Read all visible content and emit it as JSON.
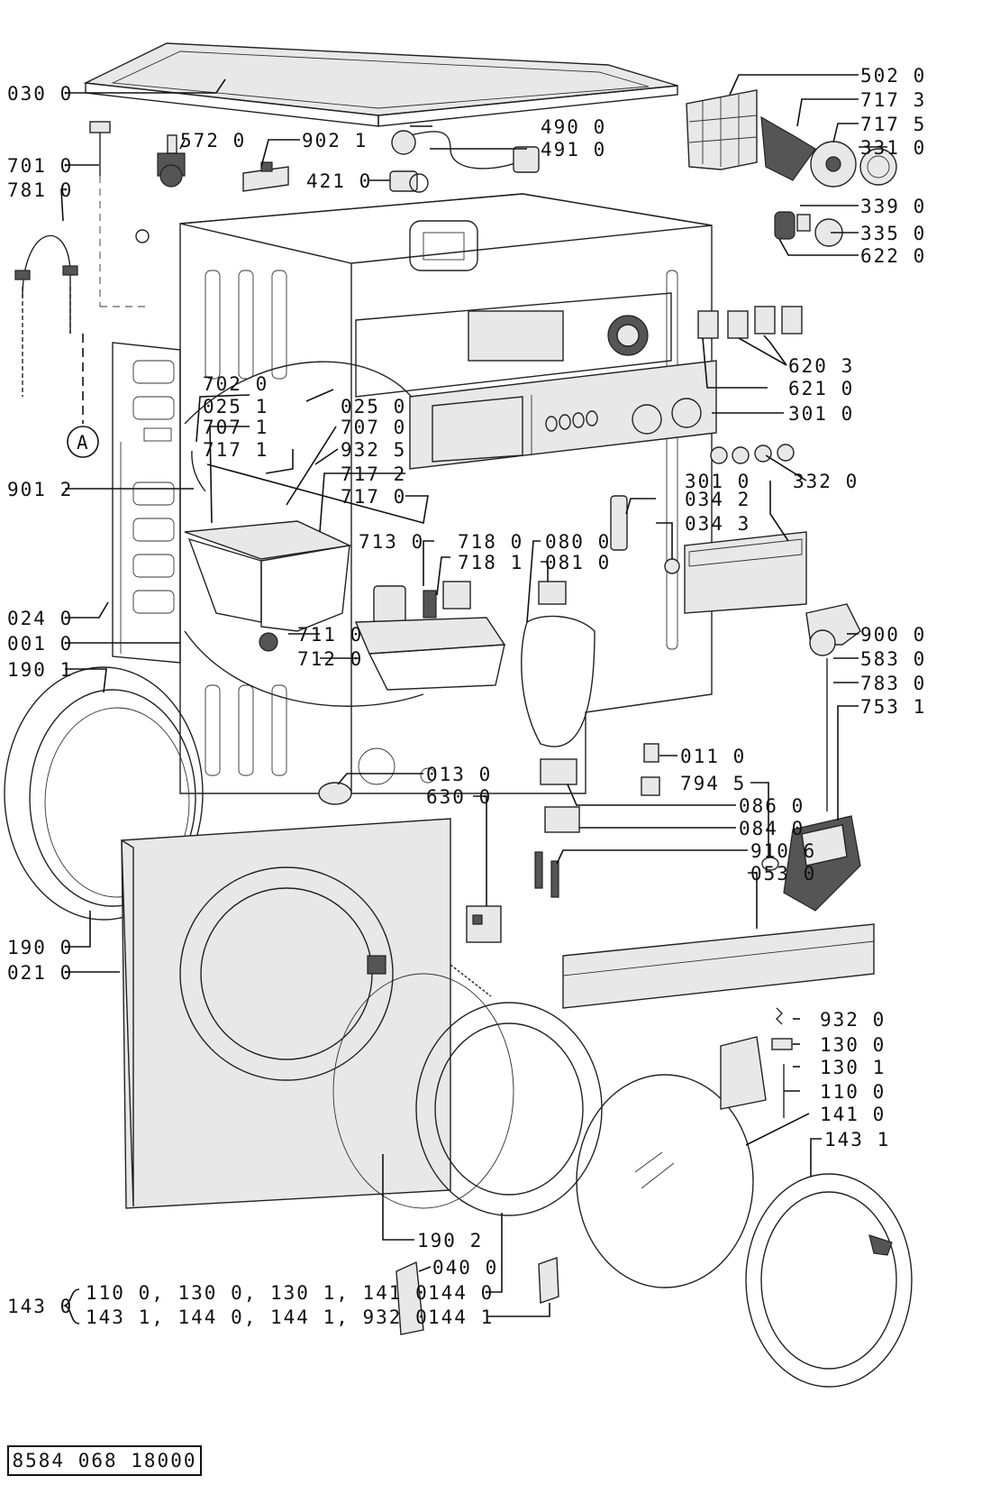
{
  "diagram": {
    "document_number": "8584 068 18000",
    "assembly_note": {
      "part": "143 0",
      "line1": "110 0, 130 0, 130 1, 141 0",
      "line2": "143 1, 144 0, 144 1, 932 0"
    },
    "callouts": [
      "030 0",
      "701 0",
      "781 0",
      "572 0",
      "902 1",
      "421 0",
      "490 0",
      "491 0",
      "502 0",
      "717 3",
      "717 5",
      "331 0",
      "339 0",
      "335 0",
      "622 0",
      "620 3",
      "621 0",
      "301 0",
      "702 0",
      "025 1",
      "025 0",
      "707 1",
      "707 0",
      "717 1",
      "932 5",
      "717 2",
      "717 0",
      "901 2",
      "301 0",
      "332 0",
      "034 2",
      "034 3",
      "713 0",
      "718 0",
      "718 1",
      "080 0",
      "081 0",
      "024 0",
      "001 0",
      "711 0",
      "712 0",
      "900 0",
      "583 0",
      "783 0",
      "753 1",
      "190 1",
      "011 0",
      "013 0",
      "794 5",
      "630 0",
      "086 0",
      "084 0",
      "910 6",
      "053 0",
      "190 0",
      "021 0",
      "932 0",
      "130 0",
      "130 1",
      "110 0",
      "141 0",
      "143 1",
      "190 2",
      "040 0",
      "144 0",
      "144 1"
    ],
    "reference_mark": "A"
  }
}
